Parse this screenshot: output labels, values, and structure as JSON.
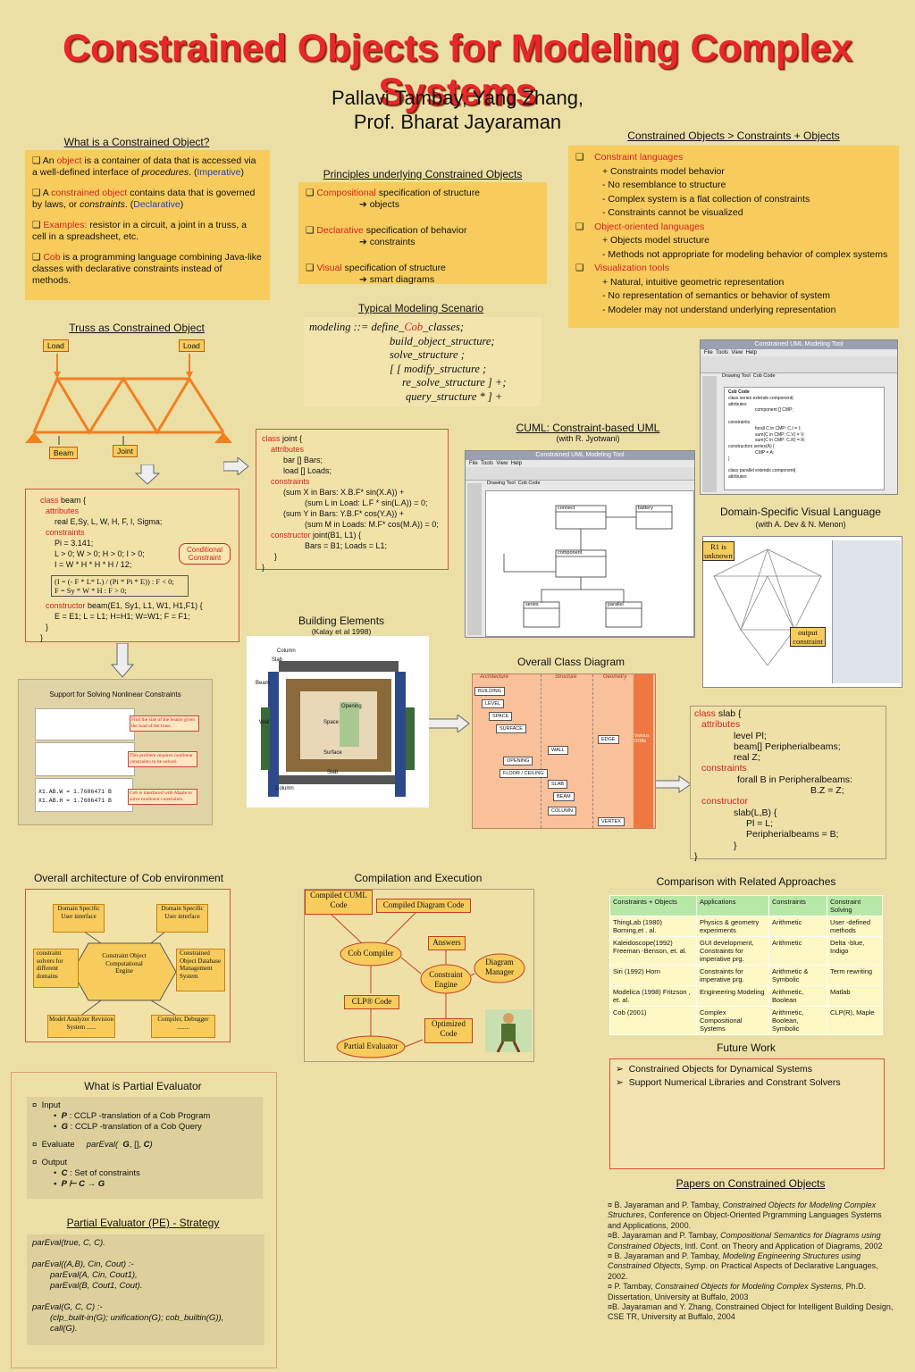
{
  "header": {
    "title": "Constrained Objects for Modeling Complex Systems",
    "authors_line1": "Pallavi Tambay, Yang Zhang,",
    "authors_line2": "Prof. Bharat Jayaraman"
  },
  "what_is": {
    "title": "What is a Constrained Object?",
    "p1_a": "An ",
    "p1_b": "object",
    "p1_c": " is a container of data that is accessed via a well-defined interface of ",
    "p1_d": "procedures",
    ". ": "",
    "p1_e": ".  (",
    "p1_f": "Imperative",
    "p1_g": ")",
    "p2_a": "A ",
    "p2_b": "constrained object",
    "p2_c": " contains data that is governed by laws, or ",
    "p2_d": "constraints",
    "p2_e": ". (",
    "p2_f": "Declarative",
    "p2_g": ")",
    "p3_a": "Examples:",
    "p3_b": " resistor in a circuit, a joint in a truss, a cell in a spreadsheet, etc.",
    "p4_a": "Cob",
    "p4_b": " is a programming language combining Java-like classes with declarative constraints instead of methods."
  },
  "principles": {
    "title": "Principles underlying Constrained Objects",
    "i1_a": "Compositional",
    "i1_b": " specification of structure",
    "i1_c": "➔ objects",
    "i2_a": "Declarative",
    "i2_b": " specification of behavior",
    "i2_c": "➔ constraints",
    "i3_a": "Visual",
    "i3_b": " specification of structure",
    "i3_c": "➔ smart diagrams"
  },
  "scenario": {
    "title": "Typical Modeling Scenario",
    "l1_a": "modeling  ::=   define_",
    "l1_b": "Cob",
    "l1_c": "_classes;",
    "l2": "build_object_structure;",
    "l3": "solve_structure ;",
    "l4": "[ [ modify_structure ;",
    "l5": "re_solve_structure ] +;",
    "l6": "query_structure * ] +"
  },
  "cob_vs": {
    "title": "Constrained Objects > Constraints + Objects",
    "h1": "Constraint languages",
    "a1": "+ Constraints model behavior",
    "a2": "- No resemblance to structure",
    "a3": "- Complex system is a flat collection of constraints",
    "a4": "- Constraints cannot be visualized",
    "h2": "Object-oriented languages",
    "b1": "+ Objects model structure",
    "b2": "- Methods not appropriate for modeling behavior of complex systems",
    "h3": "Visualization tools",
    "c1": "+ Natural, intuitive geometric representation",
    "c2": "- No representation of semantics or behavior of system",
    "c3": "- Modeler may not understand underlying representation"
  },
  "truss": {
    "title": "Truss as Constrained Object",
    "load": "Load",
    "beam": "Beam",
    "joint": "Joint"
  },
  "joint_code": {
    "l1a": "class",
    "l1b": " joint {",
    "l2": "attributes",
    "l3": "bar [] Bars;",
    "l4": "load [] Loads;",
    "l5": "constraints",
    "l6": "(sum  X in Bars: X.B.F* sin(X.A)) +",
    "l7": "(sum  L in  Load: L.F * sin(L.A))  = 0;",
    "l8": "(sum Y in Bars: Y.B.F* cos(Y.A)) +",
    "l9": "(sum M in Loads:   M.F* cos(M.A))  = 0;",
    "l10a": "constructor",
    "l10b": " joint(B1, L1) {",
    "l11": "Bars = B1; Loads = L1;",
    "l12": "}",
    "l13": "}"
  },
  "beam_code": {
    "l1a": "class",
    "l1b": " beam {",
    "l2": "attributes",
    "l3": "real  E,Sy, L, W, H, F, I, Sigma;",
    "l4": "constraints",
    "l5": "Pi = 3.141;",
    "l6": "L > 0;   W > 0;   H > 0;   I > 0;",
    "l7": "I = W * H * H * H  / 12;",
    "l8": "(I = (- F * L* L) / (Pi * Pi * E)) : F < 0;",
    "l9": "F = Sy * W * H :   F > 0;",
    "l10a": "constructor",
    "l10b": " beam(E1, Sy1, L1, W1, H1,F1) {",
    "l11": "E = E1;   L = L1;   H=H1;   W=W1;   F = F1;",
    "l12": "}",
    "l13": "}",
    "callout": "Conditional Constraint"
  },
  "cuml": {
    "title": "CUML: Constraint-based UML",
    "subtitle": "(with R. Jyotwani)",
    "window": "Constrained UML Modeling Tool",
    "menu": [
      "File",
      "Tools",
      "View",
      "Help"
    ],
    "tabs": [
      "Drawing Tool",
      "Cob Code"
    ],
    "boxes": [
      "connect",
      "battery",
      "component",
      "series",
      "parallel"
    ]
  },
  "uml_tool": {
    "window": "Constrained UML Modeling Tool",
    "menu": [
      "File",
      "Tools",
      "View",
      "Help"
    ],
    "tabs": [
      "Drawing Tool",
      "Cob Code"
    ],
    "pane": "Cob Code",
    "code": [
      "class series extends component{",
      "attributes",
      "component [] CMP;",
      "",
      "constraints",
      "forall C in CMP: C.I = I;",
      "sum(C in CMP: C.V) = V;",
      "sum(C in CMP: C.R) = R;",
      "constructors series(A) {",
      "CMP = A;",
      "}",
      "",
      "class parallel extends component{",
      "attributes"
    ]
  },
  "dsvl": {
    "title": "Domain-Specific Visual Language",
    "subtitle": "(with A. Dev   &   N. Menon)",
    "c1": "R1 is unknown",
    "c2": "output constraint"
  },
  "building": {
    "title": "Building Elements",
    "subtitle": "(Kalay et al 1998)",
    "labels": [
      "Slab",
      "Beam",
      "Wall",
      "Opening",
      "Space",
      "Surface",
      "Slab",
      "Column",
      "Column"
    ]
  },
  "class_diagram": {
    "title": "Overall Class Diagram",
    "cols": [
      "Architecture",
      "Structure",
      "Geometry"
    ],
    "items": [
      "BUILDING",
      "LEVEL",
      "SPACE",
      "SURFACE",
      "WALL",
      "OPENING",
      "FLOOR / CEILING",
      "SLAB",
      "BEAM",
      "COLUMN",
      "EDGE",
      "VERTEX"
    ],
    "side": "Various DDBs"
  },
  "slab_code": {
    "l1a": "class",
    "l1b": " slab {",
    "l2": "attributes",
    "l3": "level Pl;",
    "l4": "beam[] Peripherialbeams;",
    "l5": "real Z;",
    "l6": "constraints",
    "l7": "forall B in Peripheralbeams:",
    "l8": "B.Z = Z;",
    "l9": "constructor",
    "l10": "slab(L,B) {",
    "l11": "Pl = L;",
    "l12": "Peripherialbeams = B;",
    "l13": "}",
    "l14": "}"
  },
  "nonlinear": {
    "title": "Support for Solving Nonlinear Constraints",
    "n1": "Find the size of the beams given the load of the truss.",
    "n2": "This problem requires nonlinear constraints to be solved.",
    "n3": "Cob is interfaced with Maple to solve nonlinear constraints.",
    "r1": "X1.AB.W = 1.7686471 B",
    "r2": "X1.AB.H = 1.7686471 B"
  },
  "arch": {
    "title": "Overall architecture of Cob environment",
    "n1": "Domain Specific User  interface",
    "n2": "Domain Specific User  interface",
    "n3": "constraint solvers for different domains",
    "n4": "Constraint Object Computational Engine",
    "n5": "Constrained Object Database Management System",
    "n6": "Model Analyzer Revision System ......",
    "n7": "Compiler, Debugger ........"
  },
  "compile": {
    "title": "Compilation and Execution",
    "n1": "Compiled CUML Code",
    "n2": "Compiled Diagram Code",
    "n3": "Cob Compiler",
    "n4": "Answers",
    "n5": "Diagram Manager",
    "n6": "Constraint Engine",
    "n7": "CLP® Code",
    "n8": "Optimized Code",
    "n9": "Partial Evaluator"
  },
  "comparison": {
    "title": "Comparison with Related Approaches",
    "headers": [
      "Constraints + Objects",
      "Applications",
      "Constraints",
      "Constraint Solving"
    ],
    "rows": [
      [
        "ThingLab  (1980) Borning,et . al.",
        "Physics & geometry experiments",
        "Arithmetic",
        "User -defined methods"
      ],
      [
        "Kaleidoscope(1992) Freeman -Benson, et. al.",
        "GUI development, Constraints for imperative  prg.",
        "Arithmetic",
        "Delta -blue, Indigo"
      ],
      [
        "Siri  (1992) Horn",
        "Constraints for imperative  prg.",
        "Arithmetic & Symbolic",
        "Term rewriting"
      ],
      [
        "Modelica  (1998) Fritzson , et. al.",
        "Engineering Modeling",
        "Arithmetic, Boolean",
        "Matlab"
      ],
      [
        "Cob (2001)",
        "Complex Compositional Systems",
        "Arithmetic, Boolean, Symbolic",
        "CLP(R), Maple"
      ]
    ]
  },
  "future": {
    "title": "Future Work",
    "i1": "Constrained Objects for Dynamical Systems",
    "i2": "Support Numerical Libraries and Constrant Solvers"
  },
  "pe": {
    "title": "What is Partial Evaluator",
    "input": "Input",
    "p_a": "P",
    "p_b": "  :  CCLP     -translation of a Cob Program",
    "g_a": "G",
    "g_b": "  :  CCLP     -translation of a Cob Query",
    "eval_a": "Evaluate",
    "eval_b": "parEval(",
    "eval_c": "G",
    ", [],  ": "",
    "eval_d": ", [],  ",
    "eval_e": "C",
    "eval_f": ")",
    "output": "Output",
    "c_a": "C",
    "c_b": "  :  Set of constraints",
    "pg": "P   ⊢   C  →   G"
  },
  "pe_strategy": {
    "title": "Partial Evaluator (PE) - Strategy",
    "l1": "parEval(true, C, C).",
    "l2": "parEval((A,B), Cin, Cout) :-",
    "l3": "parEval(A, Cin, Cout1),",
    "l4": "parEval(B, Cout1, Cout).",
    "l5": "parEval(G, C, C) :-",
    "l6": "(clp_built-in(G); unification(G); cob_builtin(G)),",
    "l7": "call(G)."
  },
  "papers": {
    "title": "Papers on Constrained Objects",
    "p1": [
      "B. Jayaraman and P. Tambay, ",
      "Constrained Objects for Modeling Complex Structures",
      ", Conference on Object-Oriented Prgramming Languages Systems and Applications, 2000."
    ],
    "p2": [
      "B. Jayaraman and P. Tambay, ",
      "Compositional Semantics for Diagrams using Constrained Objects",
      ",  Intl. Conf. on Theory and Application of Diagrams, 2002"
    ],
    "p3": [
      "B. Jayaraman and P. Tambay, ",
      "Modeling Engineering Structures using Constrained Objects",
      ", Symp. on Practical Aspects of Declarative Languages, 2002."
    ],
    "p4": [
      "P. Tambay, ",
      "Constrained Objects for Modeling Complex Systems,",
      " Ph.D. Dissertation, University at Buffalo, 2003"
    ],
    "p5": [
      "B. Jayaraman and Y. Zhang, Constrained Object for Intelligent Building Design, CSE TR, University at Buffalo, 2004",
      "",
      ""
    ]
  }
}
